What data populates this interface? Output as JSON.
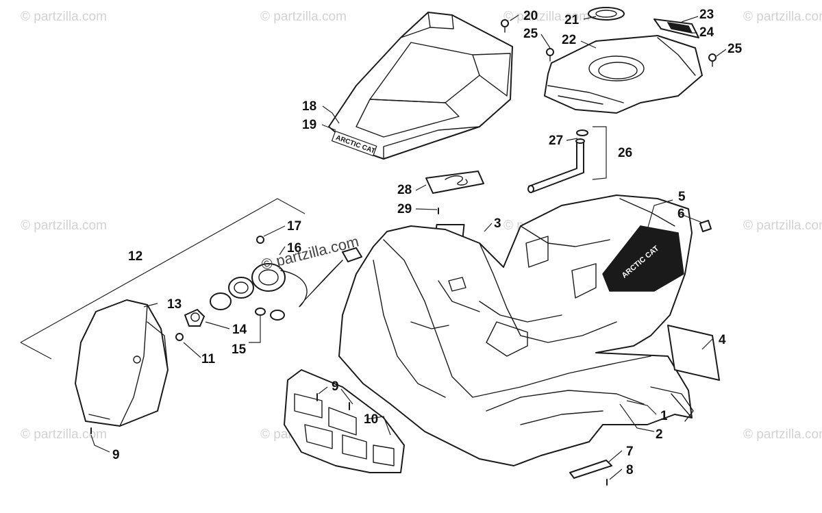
{
  "watermark": {
    "site": "© partzilla.com",
    "center": "© partzilla.com"
  },
  "logos": {
    "brand_seat": "ARCTIC CAT",
    "brand_panel": "ARCTIC CAT"
  },
  "callouts": {
    "c1": "1",
    "c2": "2",
    "c3": "3",
    "c4": "4",
    "c5": "5",
    "c6": "6",
    "c7": "7",
    "c8": "8",
    "c9a": "9",
    "c9b": "9",
    "c10": "10",
    "c11": "11",
    "c12": "12",
    "c13": "13",
    "c14": "14",
    "c15": "15",
    "c16": "16",
    "c17": "17",
    "c18": "18",
    "c19": "19",
    "c20": "20",
    "c21": "21",
    "c22": "22",
    "c23": "23",
    "c24": "24",
    "c25a": "25",
    "c25b": "25",
    "c26": "26",
    "c27": "27",
    "c28": "28",
    "c29": "29"
  }
}
